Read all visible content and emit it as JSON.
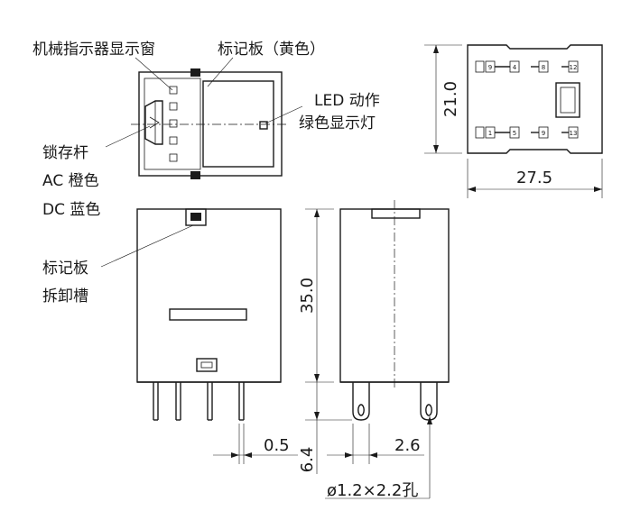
{
  "labels": {
    "indicator_window": "机械指示器显示窗",
    "marker_plate": "标记板（黄色）",
    "led_line1": "LED 动作",
    "led_line2": "绿色显示灯",
    "lock_lever": "锁存杆",
    "ac_color": "AC 橙色",
    "dc_color": "DC 蓝色",
    "marker_slot_line1": "标记板",
    "marker_slot_line2": "拆卸槽"
  },
  "dimensions": {
    "height_small": "21.0",
    "width_small": "27.5",
    "height_main": "35.0",
    "pin_offset": "0.5",
    "pin_length": "6.4",
    "pin_pitch": "2.6",
    "hole": "ø1.2×2.2孔"
  },
  "pin_numbers": {
    "top_row": [
      "4",
      "8",
      "12",
      "9"
    ],
    "bottom_row": [
      "1",
      "5",
      "9",
      "13"
    ]
  }
}
